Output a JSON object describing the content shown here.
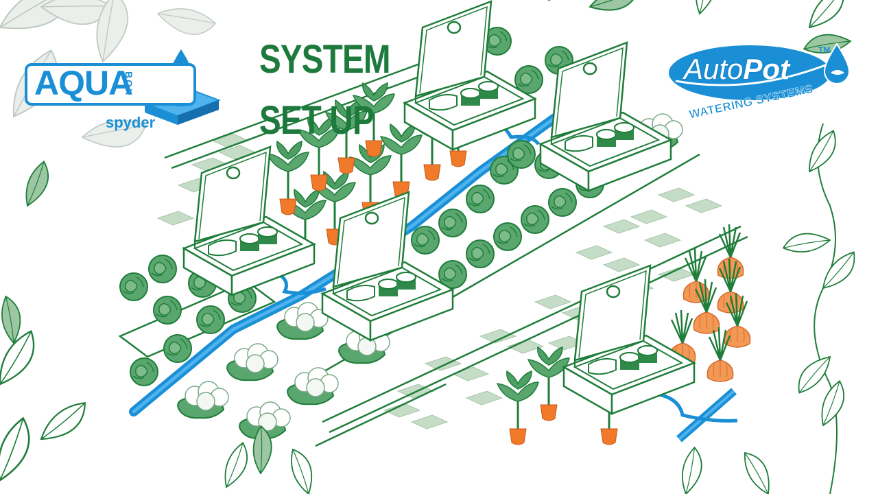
{
  "title": {
    "line1": "SYSTEM",
    "line2": "SET UP"
  },
  "logos": {
    "left": {
      "brand": "AQUA",
      "sub_vertical": "BOX",
      "tagline": "spyder"
    },
    "right": {
      "brand_light": "Auto",
      "brand_bold": "Pot",
      "trademark": "TM",
      "tagline": "WATERING SYSTEMS"
    }
  },
  "illustration": {
    "boxes": 5,
    "crops": [
      "tomato",
      "lettuce",
      "cabbage",
      "cauliflower",
      "onion"
    ],
    "icons": [
      "leaf-icon",
      "water-drop-icon",
      "hose-icon",
      "planter-box-icon"
    ]
  },
  "colors": {
    "green_title": "#1e7a3c",
    "green_line": "#1f7d3a",
    "green_fill": "#5aa66f",
    "leaf_light": "#9cc7a2",
    "blue": "#1a8fd6",
    "blue_light": "#4fb3ee",
    "orange": "#f07a2a",
    "paving": "#c5dcc6",
    "bg_leaf_grey": "#cfd6d0"
  }
}
